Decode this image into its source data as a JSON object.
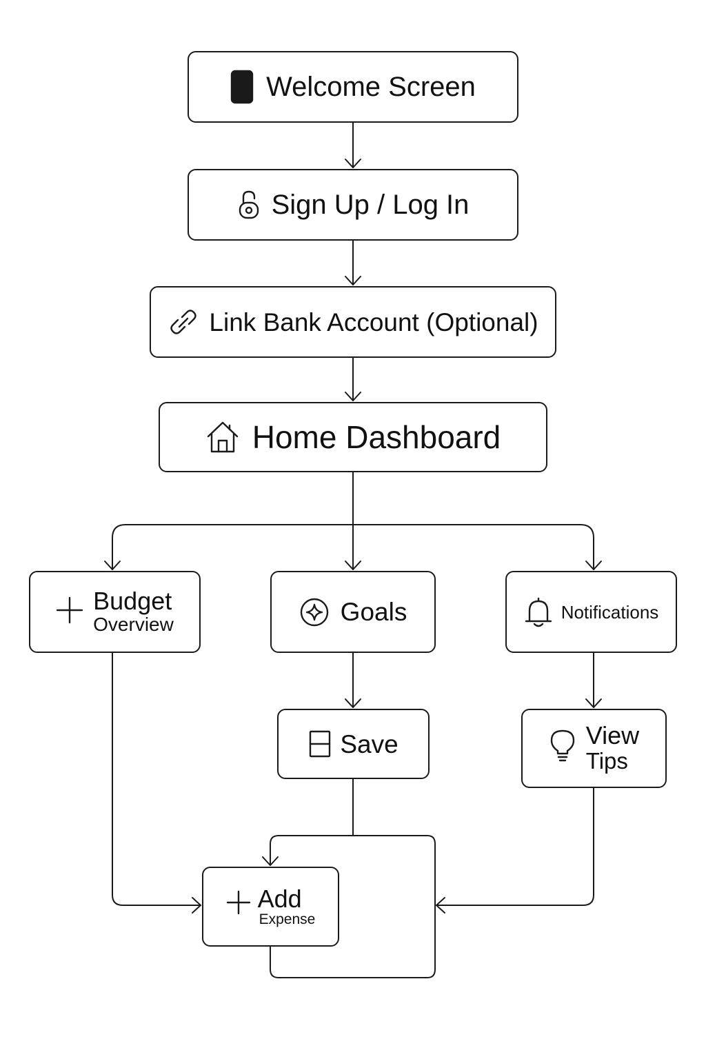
{
  "diagram": {
    "nodes": {
      "welcome": {
        "label": "Welcome Screen",
        "icon": "phone-icon"
      },
      "signup": {
        "label": "Sign Up / Log In",
        "icon": "lock-icon"
      },
      "link_bank": {
        "label": "Link Bank Account (Optional)",
        "icon": "link-icon"
      },
      "home": {
        "label": "Home Dashboard",
        "icon": "home-icon"
      },
      "budget": {
        "line1": "Budget",
        "line2": "Overview",
        "icon": "plus-icon"
      },
      "goals": {
        "label": "Goals",
        "icon": "target-icon"
      },
      "notifications": {
        "label": "Notifications",
        "icon": "bell-icon"
      },
      "save": {
        "label": "Save",
        "icon": "save-icon"
      },
      "tips": {
        "line1": "View",
        "line2": "Tips",
        "icon": "lightbulb-icon"
      },
      "add_expense": {
        "line1": "Add",
        "line2": "Expense",
        "icon": "plus-icon"
      }
    },
    "edges": [
      {
        "from": "welcome",
        "to": "signup"
      },
      {
        "from": "signup",
        "to": "link_bank"
      },
      {
        "from": "link_bank",
        "to": "home"
      },
      {
        "from": "home",
        "to": "budget"
      },
      {
        "from": "home",
        "to": "goals"
      },
      {
        "from": "home",
        "to": "notifications"
      },
      {
        "from": "goals",
        "to": "save"
      },
      {
        "from": "notifications",
        "to": "tips"
      },
      {
        "from": "budget",
        "to": "add_expense"
      },
      {
        "from": "save",
        "to": "add_expense"
      },
      {
        "from": "tips",
        "to": "add_expense"
      }
    ]
  }
}
